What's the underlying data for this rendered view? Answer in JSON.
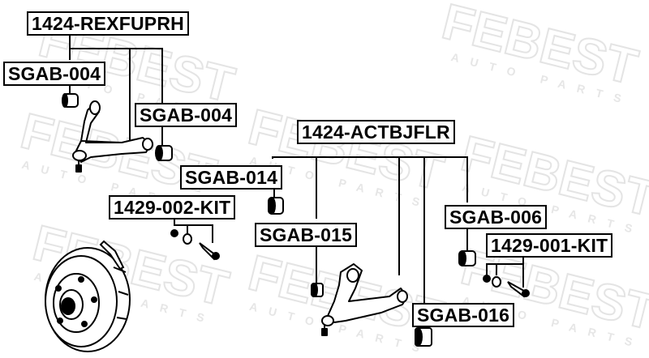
{
  "watermark": {
    "brand": "FEBEST",
    "tagline": "AUTO PARTS"
  },
  "labels": {
    "upper_arm": "1424-REXFUPRH",
    "upper_bushing_front": "SGAB-004",
    "upper_bushing_rear": "SGAB-004",
    "lower_arm": "1424-ACTBJFLR",
    "bushing_014": "SGAB-014",
    "bolt_kit_002": "1429-002-KIT",
    "bushing_015": "SGAB-015",
    "bushing_006": "SGAB-006",
    "bolt_kit_001": "1429-001-KIT",
    "bushing_016": "SGAB-016"
  }
}
